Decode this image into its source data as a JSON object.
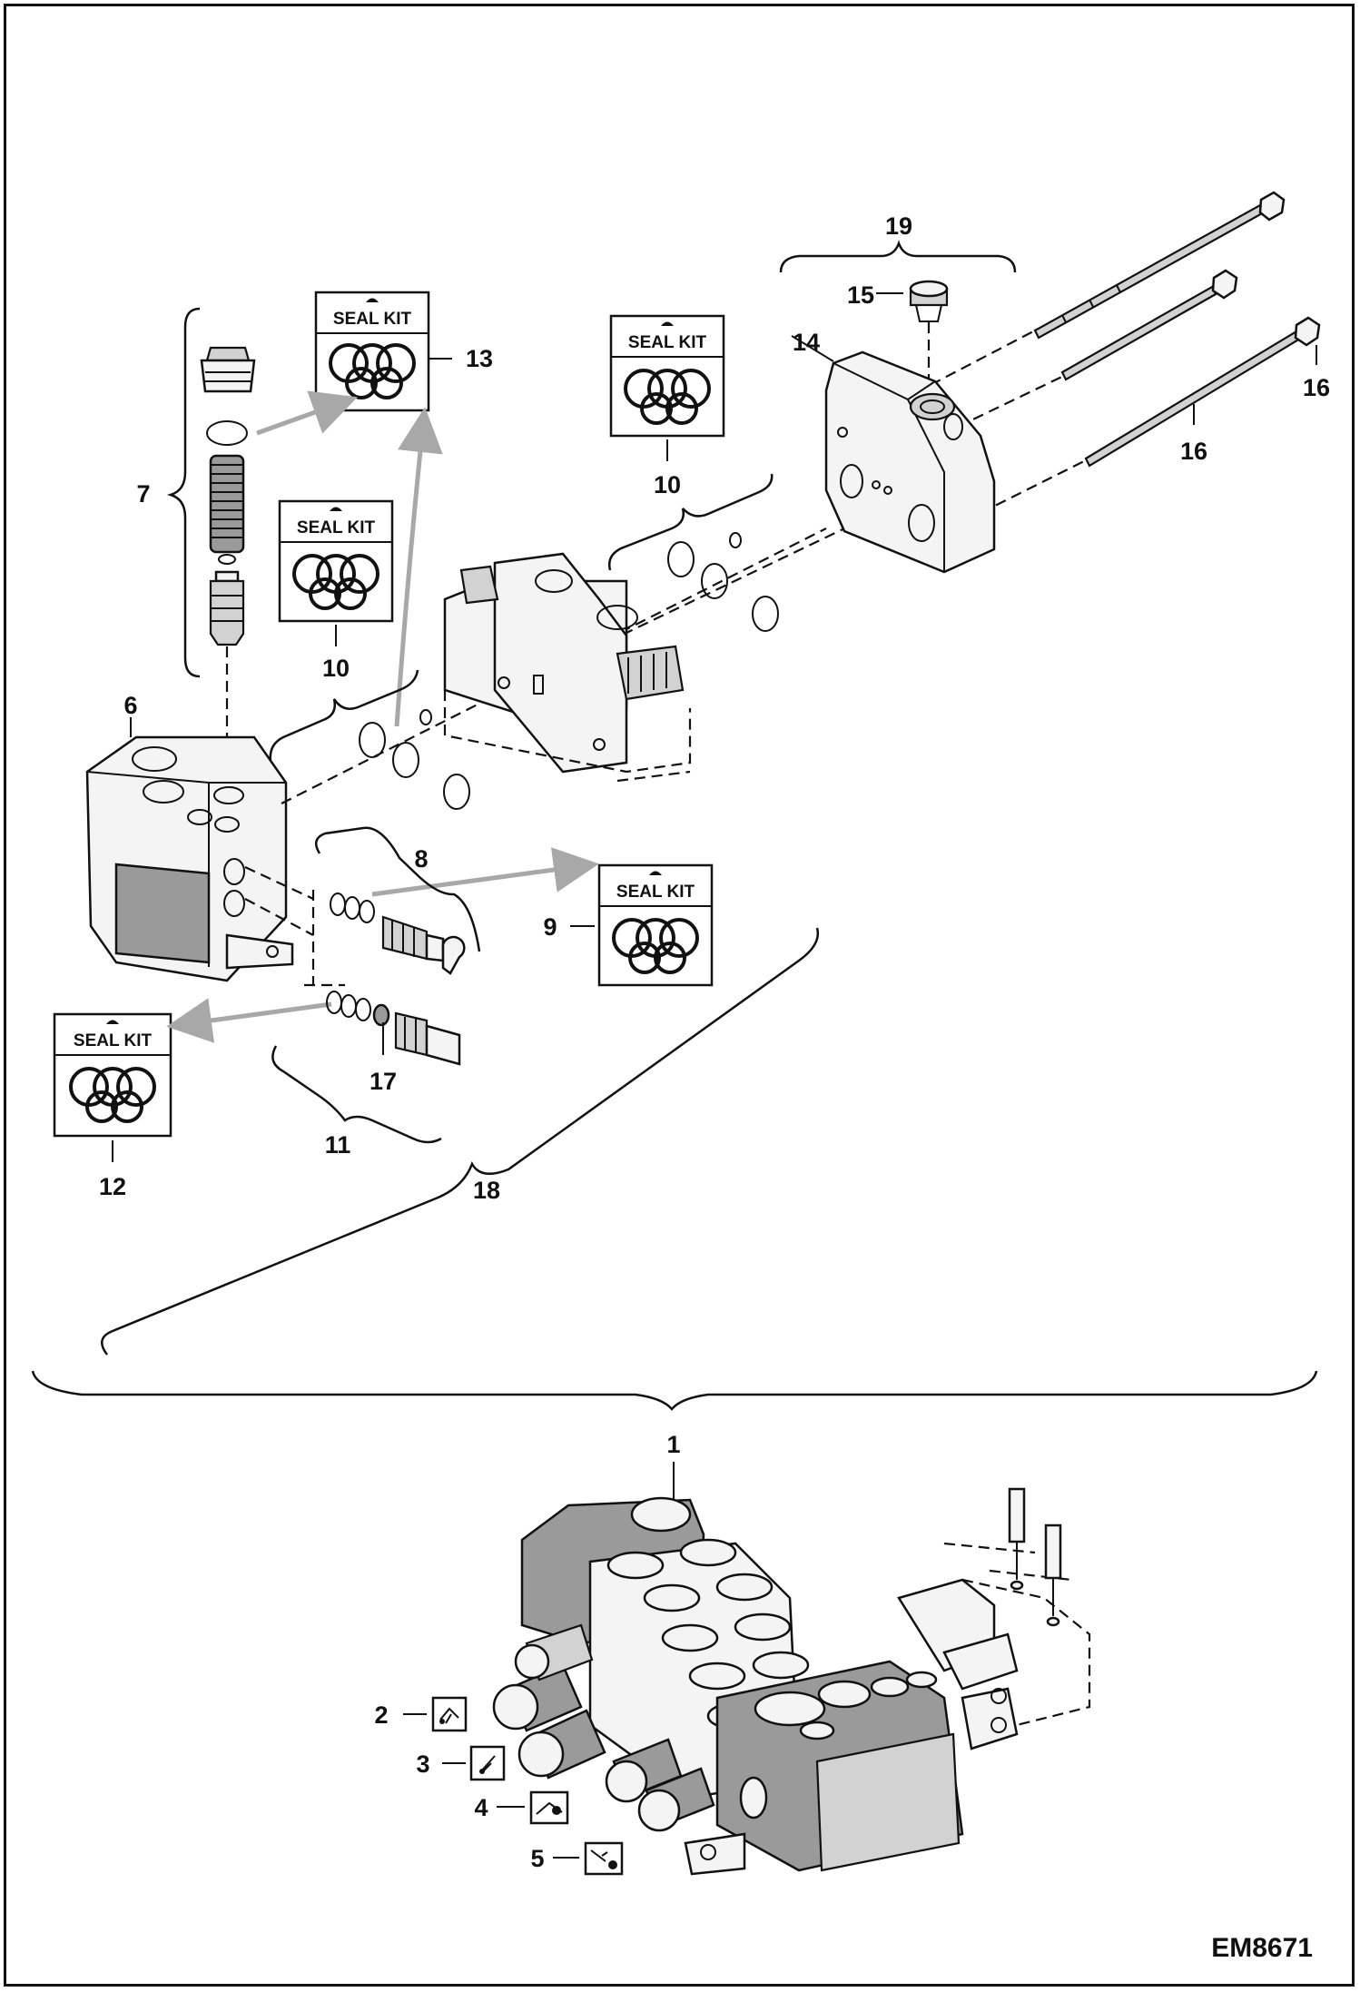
{
  "drawing_code": "EM8671",
  "seal_kit_label": "SEAL KIT",
  "callouts": {
    "c1": "1",
    "c2": "2",
    "c3": "3",
    "c4": "4",
    "c5": "5",
    "c6": "6",
    "c7": "7",
    "c8": "8",
    "c9": "9",
    "c10a": "10",
    "c10b": "10",
    "c11": "11",
    "c12": "12",
    "c13": "13",
    "c14": "14",
    "c15": "15",
    "c16a": "16",
    "c16b": "16",
    "c17": "17",
    "c18": "18",
    "c19": "19"
  },
  "icons": [
    "hydraulic-coupler-icon",
    "pressure-fitting-icon",
    "relief-valve-icon",
    "solenoid-icon"
  ]
}
